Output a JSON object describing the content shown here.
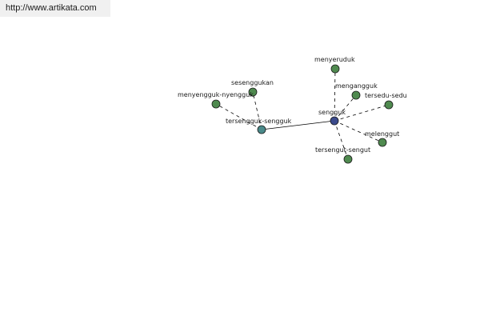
{
  "header": {
    "url": "http://www.artikata.com"
  },
  "colors": {
    "hub": "#3b4a8c",
    "secondary_hub": "#4a8a8a",
    "leaf": "#4f8a4f",
    "edge": "#000000"
  },
  "graph": {
    "nodes": [
      {
        "id": "sengguk",
        "label": "sengguk",
        "role": "hub"
      },
      {
        "id": "tersengguk-sengguk",
        "label": "tersengguk-sengguk",
        "role": "secondary_hub"
      },
      {
        "id": "menyeruduk",
        "label": "menyeruduk",
        "role": "leaf"
      },
      {
        "id": "mengangguk",
        "label": "mengangguk",
        "role": "leaf"
      },
      {
        "id": "tersedu-sedu",
        "label": "tersedu-sedu",
        "role": "leaf"
      },
      {
        "id": "melenggut",
        "label": "melenggut",
        "role": "leaf"
      },
      {
        "id": "tersengut-sengut",
        "label": "tersengut-sengut",
        "role": "leaf"
      },
      {
        "id": "sesenggukan",
        "label": "sesenggukan",
        "role": "leaf"
      },
      {
        "id": "menyengguk-nyengguk",
        "label": "menyengguk-nyengguk",
        "role": "leaf"
      }
    ],
    "edges": [
      {
        "from": "sengguk",
        "to": "tersengguk-sengguk",
        "style": "solid"
      },
      {
        "from": "sengguk",
        "to": "menyeruduk",
        "style": "dashed"
      },
      {
        "from": "sengguk",
        "to": "mengangguk",
        "style": "dashed"
      },
      {
        "from": "sengguk",
        "to": "tersedu-sedu",
        "style": "dashed"
      },
      {
        "from": "sengguk",
        "to": "melenggut",
        "style": "dashed"
      },
      {
        "from": "sengguk",
        "to": "tersengut-sengut",
        "style": "dashed"
      },
      {
        "from": "tersengguk-sengguk",
        "to": "sesenggukan",
        "style": "dashed"
      },
      {
        "from": "tersengguk-sengguk",
        "to": "menyengguk-nyengguk",
        "style": "dashed"
      }
    ]
  }
}
